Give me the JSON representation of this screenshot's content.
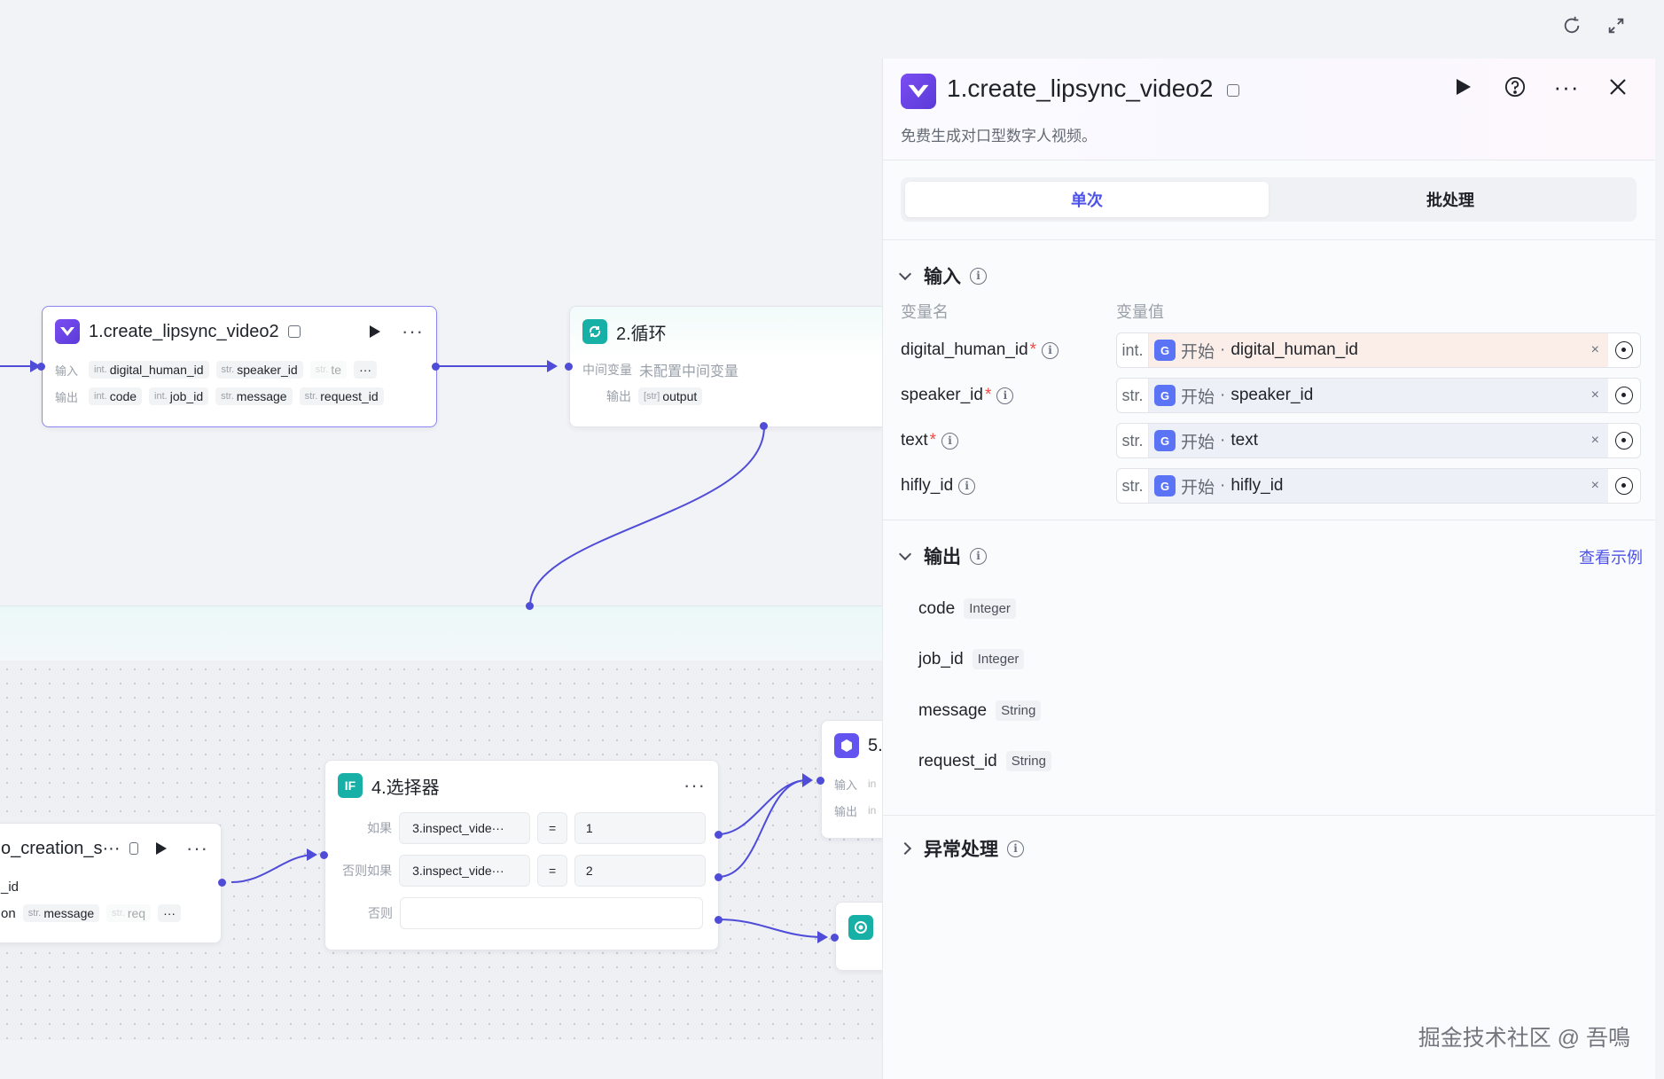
{
  "canvas": {
    "node1": {
      "title": "1.create_lipsync_video2",
      "input_label": "输入",
      "output_label": "输出",
      "inputs": [
        {
          "type": "int.",
          "name": "digital_human_id"
        },
        {
          "type": "str.",
          "name": "speaker_id"
        },
        {
          "type": "str.",
          "name": "te"
        }
      ],
      "outputs": [
        {
          "type": "int.",
          "name": "code"
        },
        {
          "type": "int.",
          "name": "job_id"
        },
        {
          "type": "str.",
          "name": "message"
        },
        {
          "type": "str.",
          "name": "request_id"
        }
      ],
      "more": "···"
    },
    "node2": {
      "title": "2.循环",
      "mid_label": "中间变量",
      "mid_value": "未配置中间变量",
      "output_label": "输出",
      "output_name": "output",
      "output_type": "[str]"
    },
    "node3": {
      "title": "o_creation_s···",
      "row1": "_id",
      "row2_prefix": "on",
      "message_type": "str.",
      "message": "message",
      "faded_type": "str.",
      "faded": "req",
      "more": "···"
    },
    "node4": {
      "title": "4.选择器",
      "rows": [
        {
          "label": "如果",
          "left": "3.inspect_vide···",
          "op": "=",
          "right": "1"
        },
        {
          "label": "否则如果",
          "left": "3.inspect_vide···",
          "op": "=",
          "right": "2"
        },
        {
          "label": "否则",
          "left": "",
          "op": "",
          "right": ""
        }
      ]
    },
    "node5": {
      "title": "5.",
      "input_label": "输入",
      "output_label": "输出",
      "faded": "in"
    }
  },
  "panel": {
    "title": "1.create_lipsync_video2",
    "description": "免费生成对口型数字人视频。",
    "tabs": [
      "单次",
      "批处理"
    ],
    "active_tab": 0,
    "input_section": "输入",
    "col_name": "变量名",
    "col_value": "变量值",
    "variables": [
      {
        "name": "digital_human_id",
        "required": "*",
        "type": "int.",
        "source": "开始",
        "ref": "digital_human_id",
        "highlight": true
      },
      {
        "name": "speaker_id",
        "required": "*",
        "type": "str.",
        "source": "开始",
        "ref": "speaker_id",
        "highlight": false
      },
      {
        "name": "text",
        "required": "*",
        "type": "str.",
        "source": "开始",
        "ref": "text",
        "highlight": false
      },
      {
        "name": "hifly_id",
        "required": "",
        "type": "str.",
        "source": "开始",
        "ref": "hifly_id",
        "highlight": false
      }
    ],
    "ref_separator": "·",
    "output_section": "输出",
    "view_example": "查看示例",
    "outputs": [
      {
        "name": "code",
        "type": "Integer"
      },
      {
        "name": "job_id",
        "type": "Integer"
      },
      {
        "name": "message",
        "type": "String"
      },
      {
        "name": "request_id",
        "type": "String"
      }
    ],
    "exception_section": "异常处理"
  },
  "watermark": "掘金技术社区 @ 吾鳴",
  "colors": {
    "accent": "#4d53e8",
    "edge": "#4f4cd8",
    "required": "#f54a45"
  }
}
